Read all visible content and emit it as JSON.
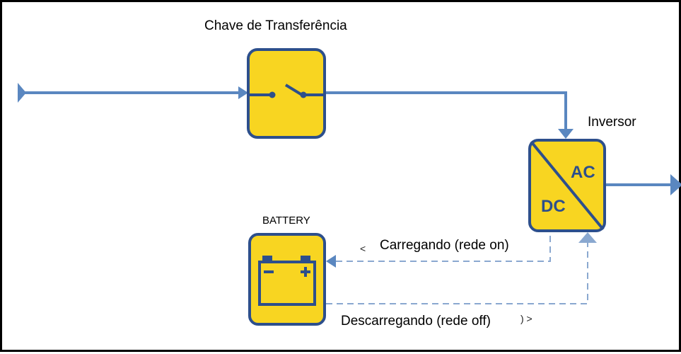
{
  "diagram": {
    "switch_label": "Chave de Transferência",
    "inverter_label": "Inversor",
    "inverter_ac": "AC",
    "inverter_dc": "DC",
    "battery_label": "BATTERY",
    "battery_plus": "+",
    "battery_minus": "−",
    "charging_label": "Carregando (rede on)",
    "discharging_label": "Descarregando (rede off)",
    "charging_glyph": "<",
    "discharging_glyph": ") >"
  },
  "colors": {
    "line": "#5a87c0",
    "dashed": "#8aa8d0",
    "block_fill": "#f8d521",
    "block_border": "#2d4f8c",
    "frame": "#000000"
  },
  "icons": [
    "switch-icon",
    "battery-icon",
    "ac-dc-converter-icon"
  ]
}
